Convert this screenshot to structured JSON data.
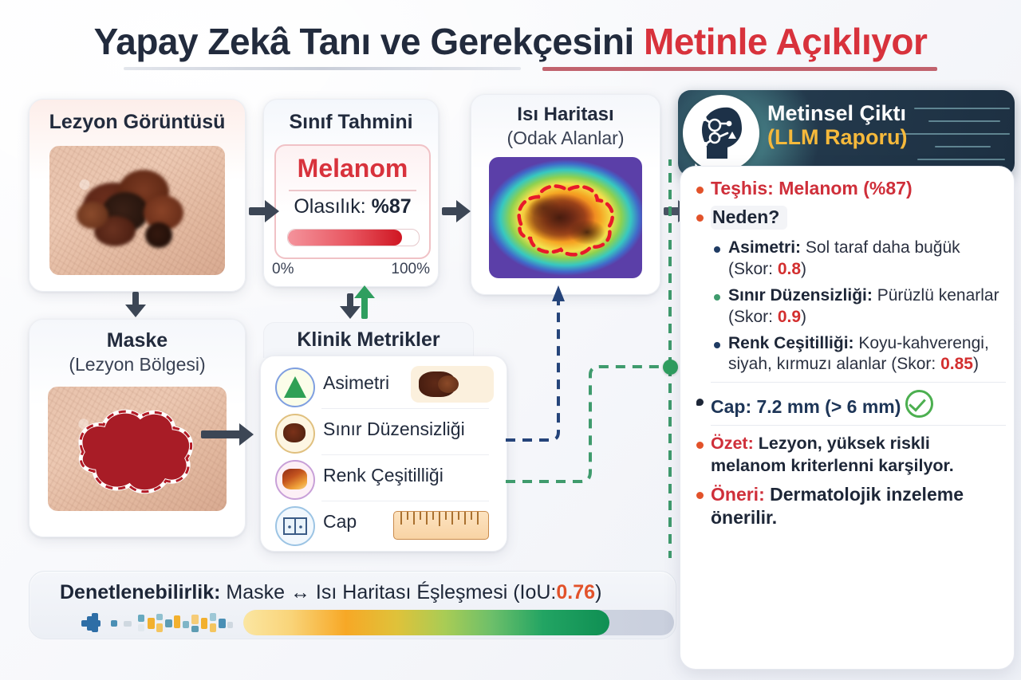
{
  "title": {
    "dark": "Yapay Zekâ Tanı ve Gerekçesini",
    "red": "Metinle Açıklıyor"
  },
  "cards": {
    "lesion": {
      "title": "Lezyon Görüntüsü"
    },
    "mask": {
      "title": "Maske",
      "subtitle": "(Lezyon Bölgesi)"
    },
    "classification": {
      "title": "Sınıf Tahmini",
      "class_label": "Melanom",
      "probability_label": "Olasılık:",
      "probability_value": "%87",
      "scale_min": "0%",
      "scale_max": "100%",
      "bar_percent": 87,
      "bar_color": "#d81f2a"
    },
    "heatmap": {
      "title": "Isı Haritası",
      "subtitle": "(Odak Alanlar)"
    },
    "metrics": {
      "title": "Klinik Metrikler",
      "items": [
        {
          "label": "Asimetri",
          "icon": "triangle-icon"
        },
        {
          "label": "Sınır Düzensizliği",
          "icon": "lesion-thumb-icon"
        },
        {
          "label": "Renk Çeşitilliği",
          "icon": "color-thumb-icon"
        },
        {
          "label": "Cap",
          "icon": "caliper-icon"
        }
      ]
    }
  },
  "report": {
    "header_line1": "Metinsel Çiktı",
    "header_line2": "(LLM Raporu)",
    "header_icon": "ai-brain-icon",
    "diagnosis": "Teşhis: Melanom (%87)",
    "why_label": "Neden?",
    "reasons": [
      {
        "name": "Asimetri:",
        "text": " Sol taraf daha buğük (Skor: ",
        "score": "0.8",
        "tail": ")"
      },
      {
        "name": "Sınır Düzensizliği:",
        "text": " Pürüzlü kenarlar (Skor: ",
        "score": "0.9",
        "tail": ")"
      },
      {
        "name": "Renk Ceşitilliği:",
        "text": " Koyu-kahverengi, siyah, kırmuzı alanlar (Skor: ",
        "score": "0.85",
        "tail": ")"
      }
    ],
    "diameter": "Cap: 7.2 mm (> 6 mm)",
    "diameter_status_icon": "green-check-icon",
    "summary_key": "Özet:",
    "summary_text": " Lezyon, yüksek riskli melanom kriterlenni karşilyor.",
    "recommendation_key": "Öneri:",
    "recommendation_text": " Dermatolojik inzeleme önerilir."
  },
  "audit": {
    "label": "Denetlenebilirlik:",
    "text": " Maske ↔ Isı Haritası Éşleşmesi (IoU:",
    "iou": "0.76",
    "tail": ")",
    "bar_percent": 85
  },
  "colors": {
    "title_dark": "#222b3d",
    "title_red": "#d8323c",
    "accent_red": "#cf2f3a",
    "accent_green": "#2f9e5f",
    "accent_navy": "#1d3557",
    "accent_amber": "#f6b93b",
    "iou_orange": "#e2522a"
  }
}
